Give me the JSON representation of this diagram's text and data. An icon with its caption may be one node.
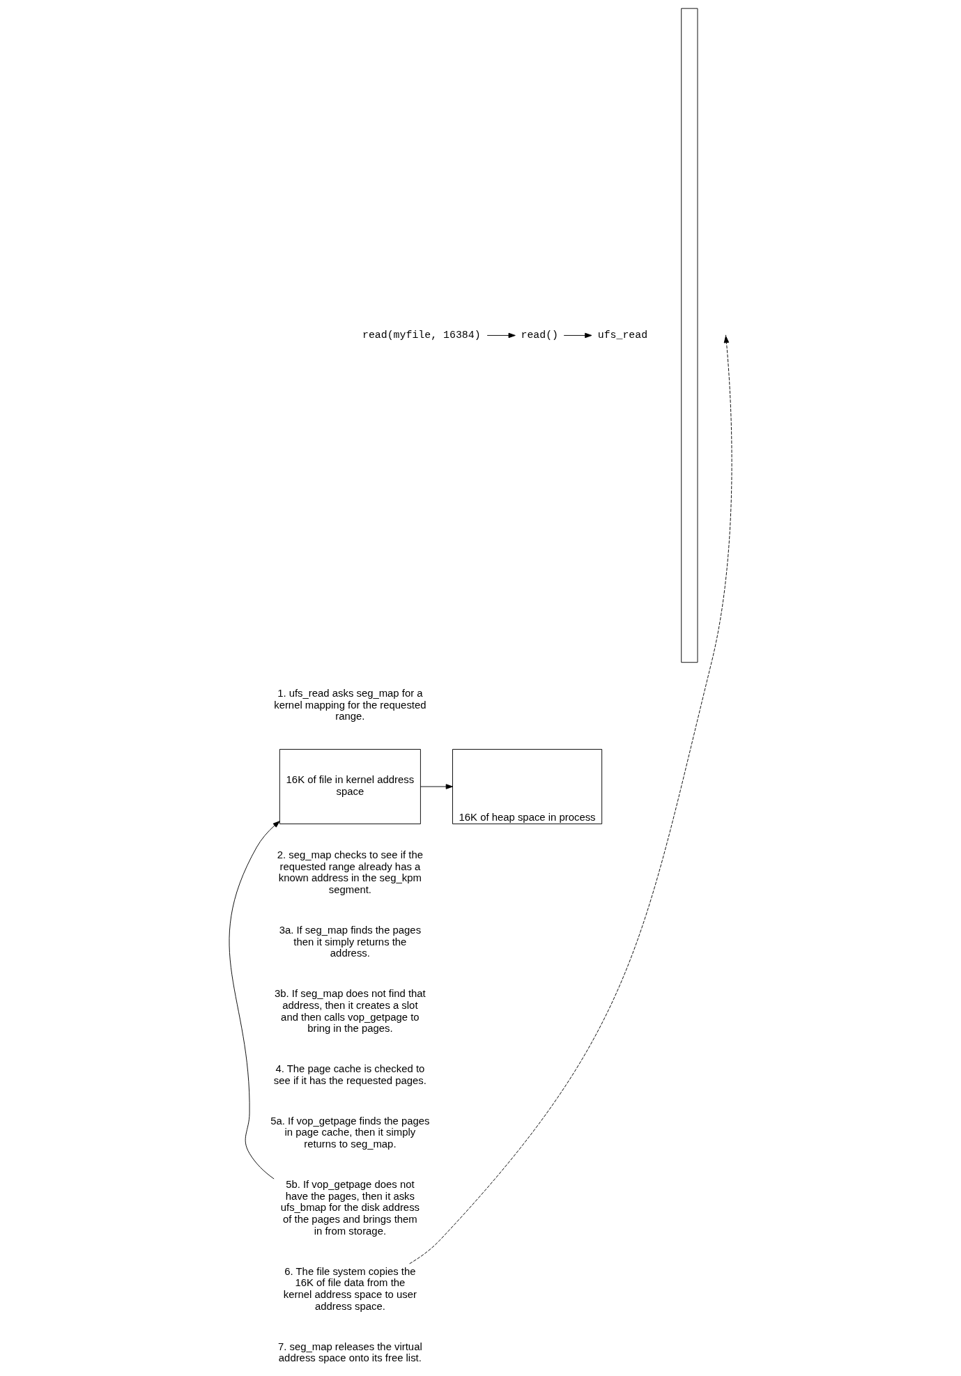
{
  "diagram": {
    "nodes": [
      {
        "text": [
          "read(myfile, 16384)"
        ]
      },
      {
        "text": [],
        "shape": "bar"
      },
      {
        "text": [
          "read()"
        ]
      },
      {
        "text": [
          "ufs_read"
        ]
      },
      {
        "text": [
          "16K of heap space in process"
        ]
      },
      {
        "text": [
          "16K of file in kernel address space"
        ]
      },
      {
        "text": [
          "5b. If vop_getpage does not have the pages, then it asks ufs_bmap for the disk address of the pages and brings them in from storage."
        ]
      },
      {
        "text": [
          "6. The file system copies the 16K of file data from the kernel address space to user address space."
        ]
      }
    ],
    "edges": [
      {
        "from": 0,
        "to": 2,
        "arrow": "to"
      },
      {
        "from": 2,
        "to": 3,
        "arrow": "to"
      },
      {
        "from": 5,
        "to": 4,
        "arrow": "to"
      },
      {
        "from": 6,
        "to": 5,
        "arrow": "to"
      },
      {
        "from": 7,
        "to": null,
        "arrow": "to",
        "style": "dashed"
      }
    ],
    "labels": [
      "1. ufs_read asks seg_map for a kernel mapping for the requested range.",
      "2. seg_map checks to see if the requested range already has a known address in the seg_kpm segment.",
      "3a. If seg_map finds the pages then it simply returns the address.",
      "3b. If seg_map does not find that address, then it creates a slot and then calls vop_getpage to bring in the pages.",
      "4. The page cache is checked to see if it has the requested pages.",
      "5a. If vop_getpage finds the pages in page cache, then it simply returns to seg_map.",
      "7. seg_map releases the virtual address space onto its free list."
    ]
  }
}
